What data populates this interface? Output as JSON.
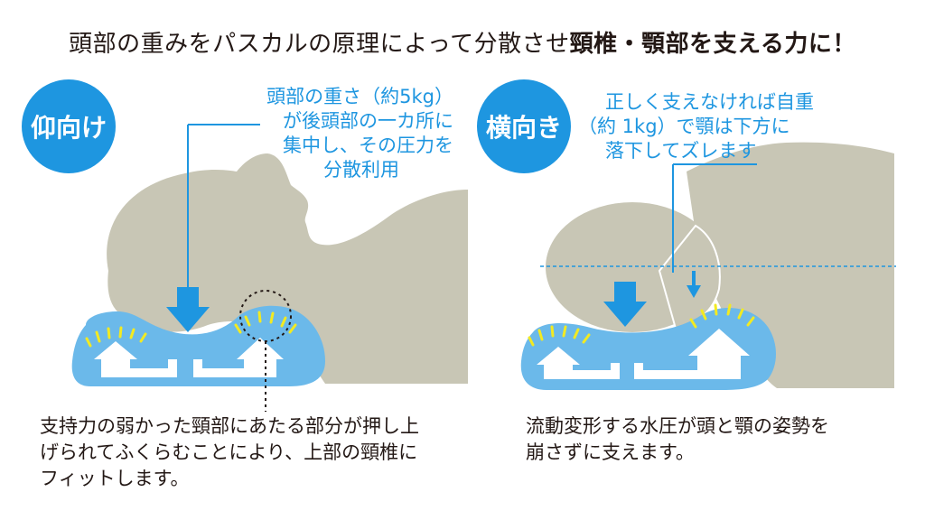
{
  "title": {
    "normal": "頭部の重みをパスカルの原理によって分散させ",
    "bold": "頸椎・顎部を支える力に！"
  },
  "left_panel": {
    "badge": "仰向け",
    "note_lines": [
      "頭部の重さ（約5kg）",
      "が後頭部の一カ所に",
      "集中し、その圧力を",
      "分散利用"
    ],
    "caption_lines": [
      "支持力の弱かった頸部にあたる部分が押し上",
      "げられてふくらむことにより、上部の頸椎に",
      "フィットします。"
    ]
  },
  "right_panel": {
    "badge": "横向き",
    "note_lines": [
      "正しく支えなければ自重",
      "（約 1kg）で顎は下方に",
      "落下してズレます"
    ],
    "caption_lines": [
      "流動変形する水圧が頭と顎の姿勢を",
      "崩さずに支えます。"
    ]
  },
  "colors": {
    "accent_blue": "#1e96e0",
    "pillow_blue": "#6bb9ea",
    "head_gray": "#c8c6b5",
    "burst_yellow": "#f2ea22"
  }
}
